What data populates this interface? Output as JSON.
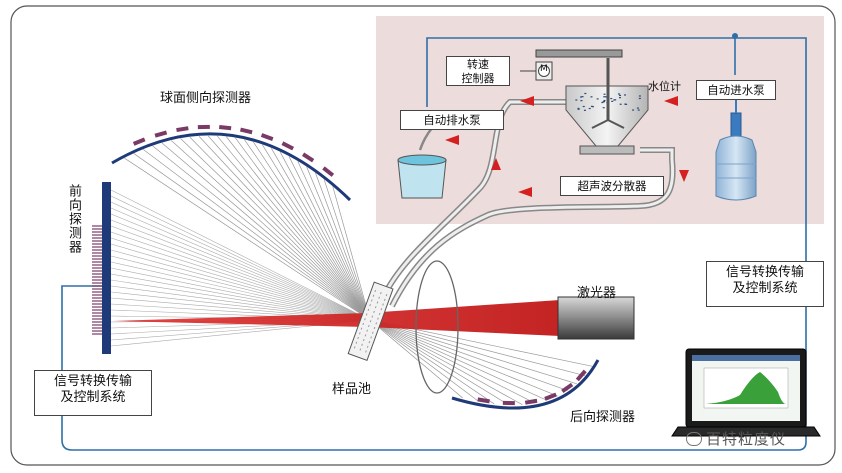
{
  "labels": {
    "spherical_side_detector": "球面侧向探测器",
    "forward_detector": "前向探测器",
    "sample_cell": "样品池",
    "laser": "激光器",
    "back_detector": "后向探测器",
    "signal_left": [
      "信号转换传输",
      "及控制系统"
    ],
    "signal_right": [
      "信号转换传输",
      "及控制系统"
    ],
    "speed_controller": [
      "转速",
      "控制器"
    ],
    "motor_symbol": "M",
    "water_level": "水位计",
    "auto_drain_pump": "自动排水泵",
    "auto_inlet_pump": "自动进水泵",
    "ultrasonic_disperser": "超声波分散器",
    "watermark": "百特粒度仪"
  },
  "colors": {
    "panel_bg": "#ecdcdc",
    "wire_blue": "#2f6fa7",
    "laser_red": "#d42020",
    "detector_navy": "#1e3a78",
    "detector_purple": "#7a3a66",
    "arrow_red": "#d42020"
  },
  "icons": [
    "motor-icon",
    "bucket-icon",
    "water-bottle-icon",
    "laptop-icon",
    "wechat-icon"
  ]
}
